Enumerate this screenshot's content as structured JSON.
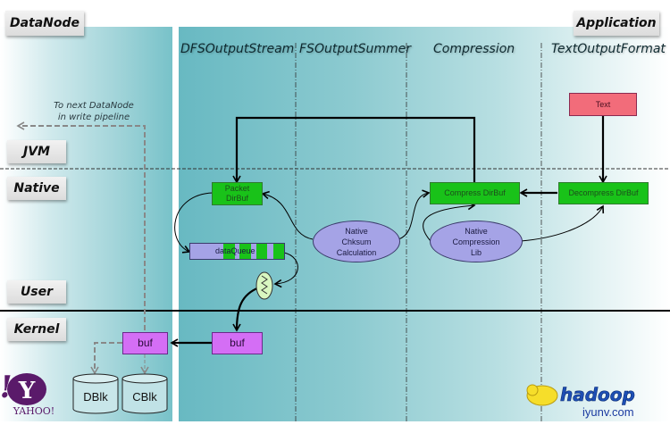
{
  "layers": {
    "datanode": "DataNode",
    "application": "Application",
    "jvm": "JVM",
    "native": "Native",
    "user": "User",
    "kernel": "Kernel"
  },
  "columns": [
    "DFSOutputStream",
    "FSOutputSummer",
    "Compression",
    "TextOutputFormat"
  ],
  "note": {
    "line1": "To next DataNode",
    "line2": "in write pipeline"
  },
  "nodes": {
    "text": "Text",
    "packet_dirbuf_1": "Packet",
    "packet_dirbuf_2": "DirBuf",
    "compress_dirbuf": "Compress DirBuf",
    "decompress_dirbuf": "Decompress DirBuf",
    "dataqueue": "dataQueue",
    "chksum_1": "Native",
    "chksum_2": "Chksum",
    "chksum_3": "Calculation",
    "complib_1": "Native",
    "complib_2": "Compression",
    "complib_3": "Lib",
    "buf_user": "buf",
    "buf_datanode": "buf",
    "dblk": "DBlk",
    "cblk": "CBlk"
  },
  "logos": {
    "yahoo": "YAHOO!",
    "hadoop": "hadoop",
    "watermark": "iyunv.com"
  },
  "colors": {
    "green_buffer": "#19c219",
    "text_node": "#f26c7a",
    "kernel_buf": "#d46ef5",
    "native_lib": "#a5a3e6"
  }
}
